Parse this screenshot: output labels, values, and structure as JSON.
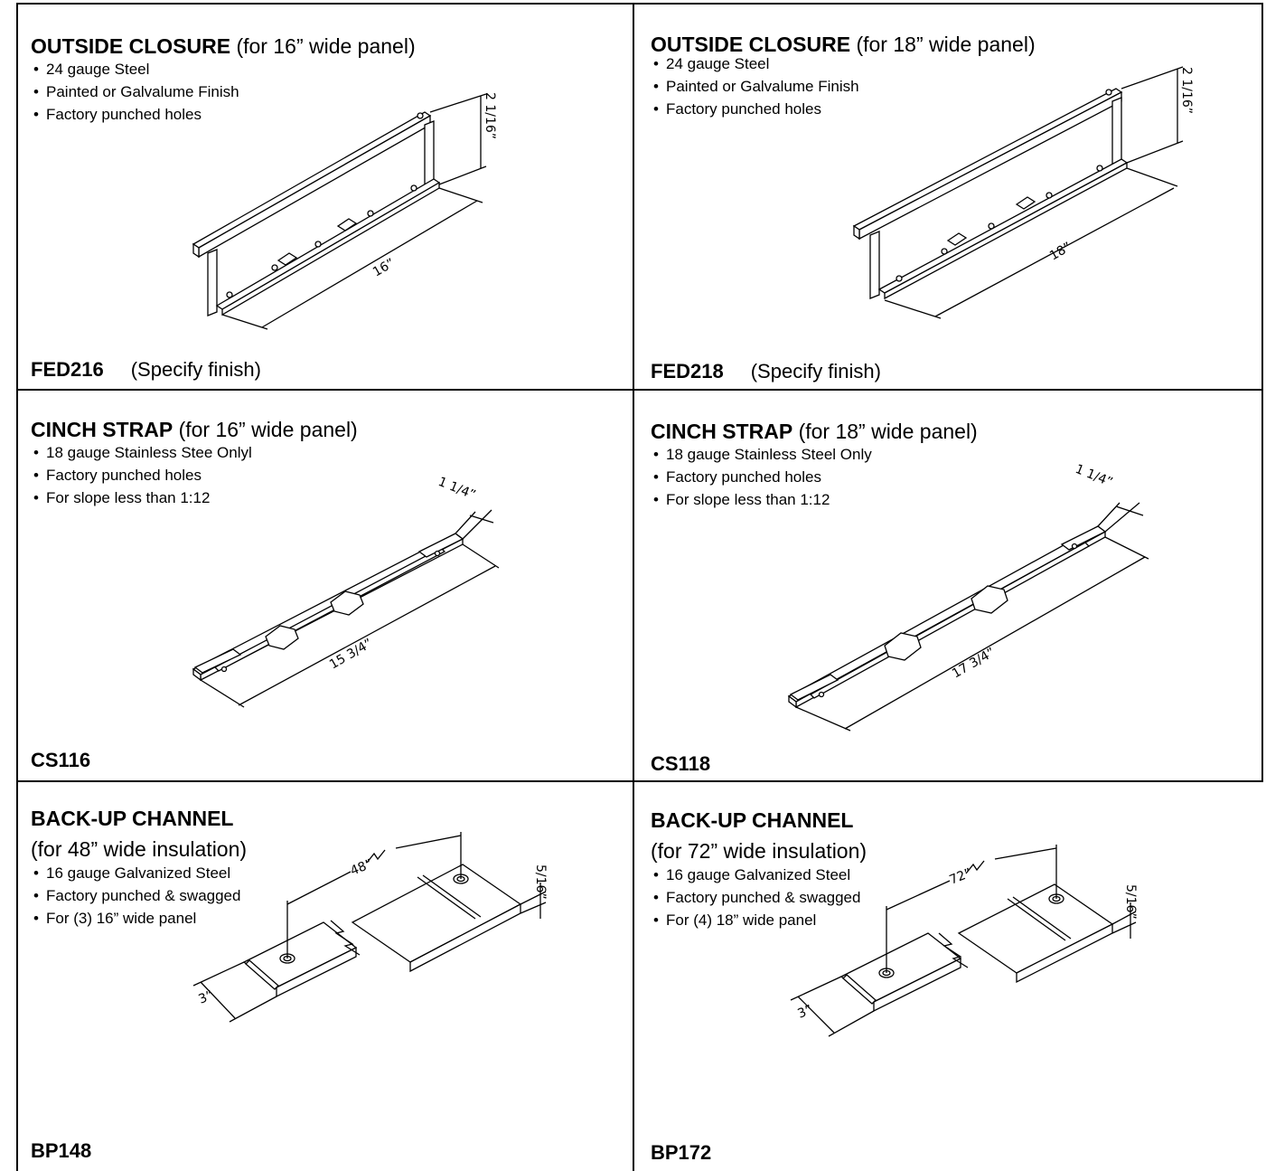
{
  "cells": [
    {
      "title_bold": "OUTSIDE CLOSURE",
      "title_rest": "(for 16” wide panel)",
      "bullets": [
        "24 gauge Steel",
        "Painted or Galvalume Finish",
        "Factory punched holes"
      ],
      "code": "FED216",
      "note": "(Specify finish)",
      "dims": [
        "16”",
        "2 1/16”"
      ]
    },
    {
      "title_bold": "OUTSIDE CLOSURE",
      "title_rest": "(for 18” wide panel)",
      "bullets": [
        "24 gauge Steel",
        "Painted or Galvalume Finish",
        "Factory punched holes"
      ],
      "code": "FED218",
      "note": "(Specify finish)",
      "dims": [
        "18”",
        "2 1/16”"
      ]
    },
    {
      "title_bold": "CINCH STRAP",
      "title_rest": "(for 16” wide panel)",
      "bullets": [
        "18 gauge Stainless Stee Onlyl",
        "Factory punched holes",
        "For slope less than 1:12"
      ],
      "code": "CS116",
      "dims": [
        "15 3/4”",
        "1 1/4”"
      ]
    },
    {
      "title_bold": "CINCH STRAP",
      "title_rest": "(for 18” wide panel)",
      "bullets": [
        "18 gauge Stainless Steel Only",
        "Factory punched holes",
        "For slope less than 1:12"
      ],
      "code": "CS118",
      "dims": [
        "17 3/4”",
        "1 1/4”"
      ]
    },
    {
      "title_bold": "BACK-UP CHANNEL",
      "subtitle": "(for 48” wide insulation)",
      "bullets": [
        "16 gauge Galvanized Steel",
        "Factory punched & swagged",
        "For (3) 16” wide panel"
      ],
      "code": "BP148",
      "dims": [
        "48”",
        "3”",
        "5/16”"
      ]
    },
    {
      "title_bold": "BACK-UP CHANNEL",
      "subtitle": "(for 72” wide insulation)",
      "bullets": [
        "16 gauge Galvanized Steel",
        "Factory punched  & swagged",
        "For (4) 18” wide panel"
      ],
      "code": "BP172",
      "dims": [
        "72”",
        "3”",
        "5/16”"
      ]
    }
  ]
}
